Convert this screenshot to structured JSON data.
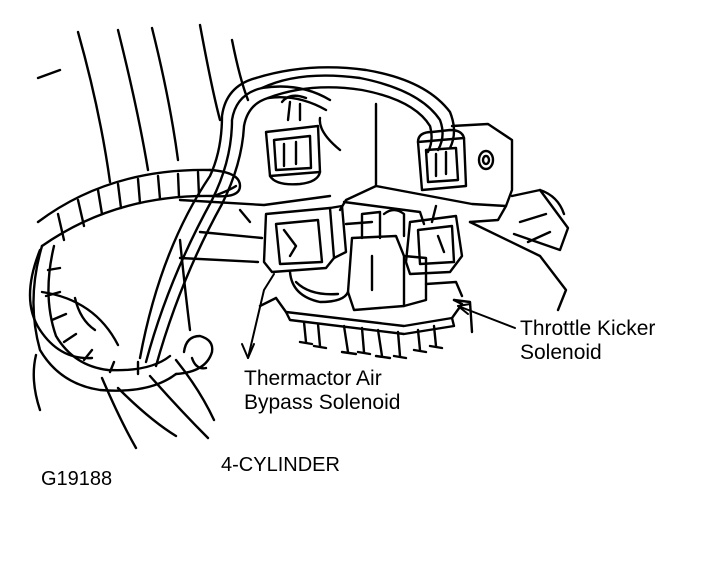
{
  "figure_id": "G19188",
  "engine_label": "4-CYLINDER",
  "callouts": {
    "throttle_kicker": {
      "line1": "Throttle Kicker",
      "line2": "Solenoid"
    },
    "thermactor_air_bypass": {
      "line1": "Thermactor Air",
      "line2": "Bypass Solenoid"
    }
  },
  "colors": {
    "ink": "#000000",
    "paper": "#ffffff"
  }
}
